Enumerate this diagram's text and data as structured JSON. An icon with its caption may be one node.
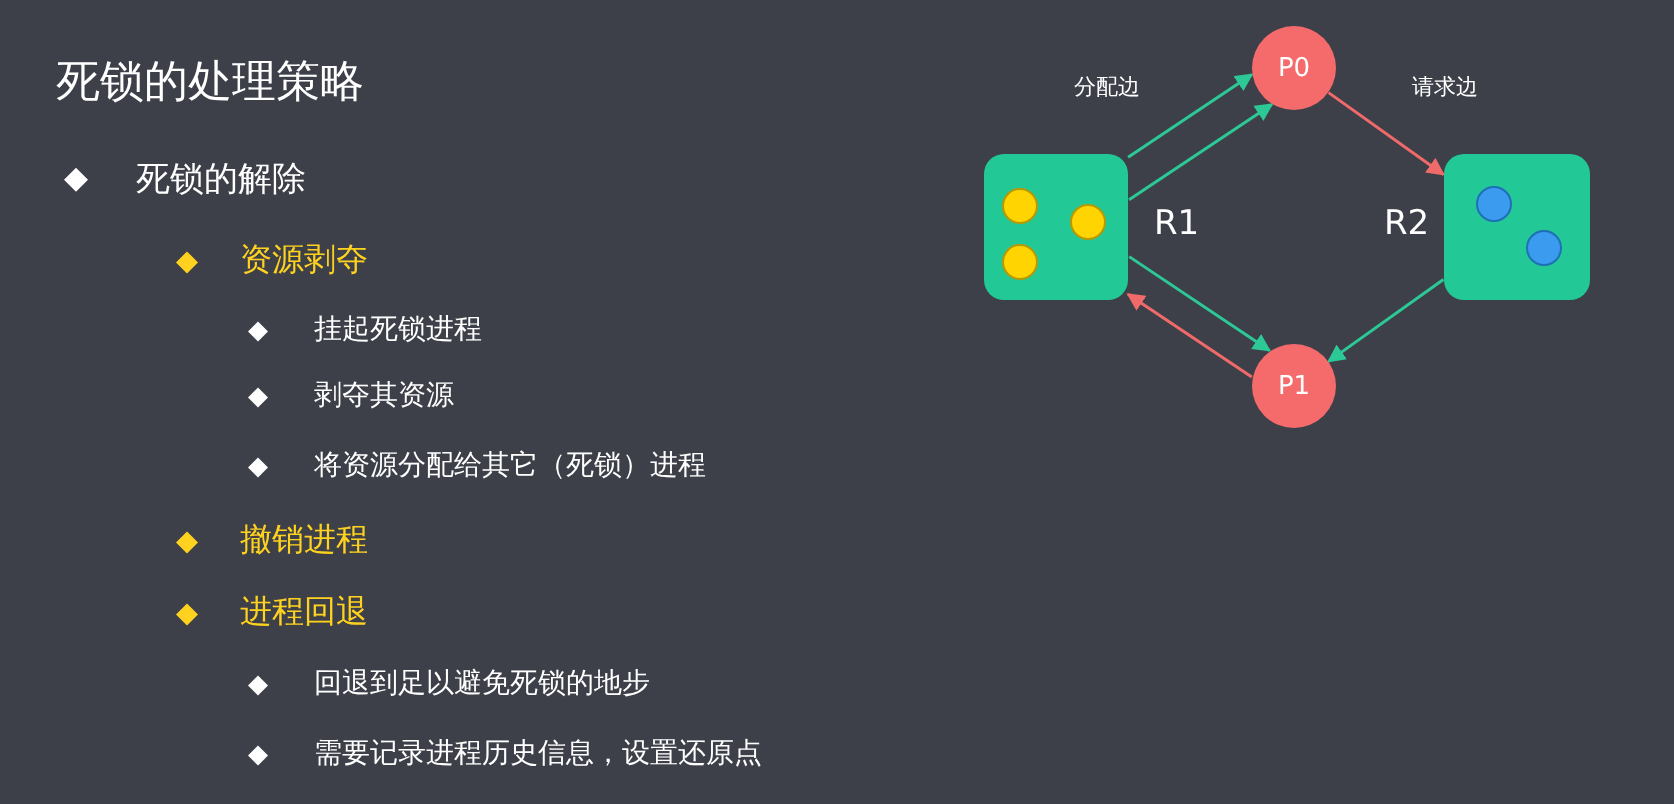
{
  "diagram": {
    "title": "死锁的处理策略",
    "nodes": [
      {
        "text": [
          "P0"
        ]
      },
      {
        "text": [],
        "shape": "box",
        "beside": [
          "R1"
        ]
      },
      {
        "text": [],
        "shape": "circle",
        "in": 1
      },
      {
        "text": [],
        "shape": "circle",
        "in": 1
      },
      {
        "text": [],
        "shape": "circle",
        "in": 1
      },
      {
        "text": [],
        "shape": "box",
        "beside": [
          "R2"
        ]
      },
      {
        "text": [],
        "shape": "circle",
        "in": 5
      },
      {
        "text": [],
        "shape": "circle",
        "in": 5
      },
      {
        "text": [
          "P1"
        ]
      }
    ],
    "edges": [
      {
        "from": 1,
        "to": 0,
        "arrow": "to"
      },
      {
        "from": 1,
        "to": 0,
        "arrow": "to"
      },
      {
        "from": 0,
        "to": 5,
        "arrow": "to",
        "color": "#f06a6a"
      },
      {
        "from": 5,
        "to": 8,
        "arrow": "to"
      },
      {
        "from": 1,
        "to": 8,
        "arrow": "to"
      },
      {
        "from": 8,
        "to": 1,
        "arrow": "to",
        "color": "#f06a6a"
      }
    ],
    "labels": [
      "死锁的解除",
      "资源剥夺",
      "挂起死锁进程",
      "剥夺其资源",
      "将资源分配给其它（死锁）进程",
      "撤销进程",
      "进程回退",
      "回退到足以避免死锁的地步",
      "需要记录进程历史信息，设置还原点",
      "分配边",
      "请求边"
    ]
  }
}
